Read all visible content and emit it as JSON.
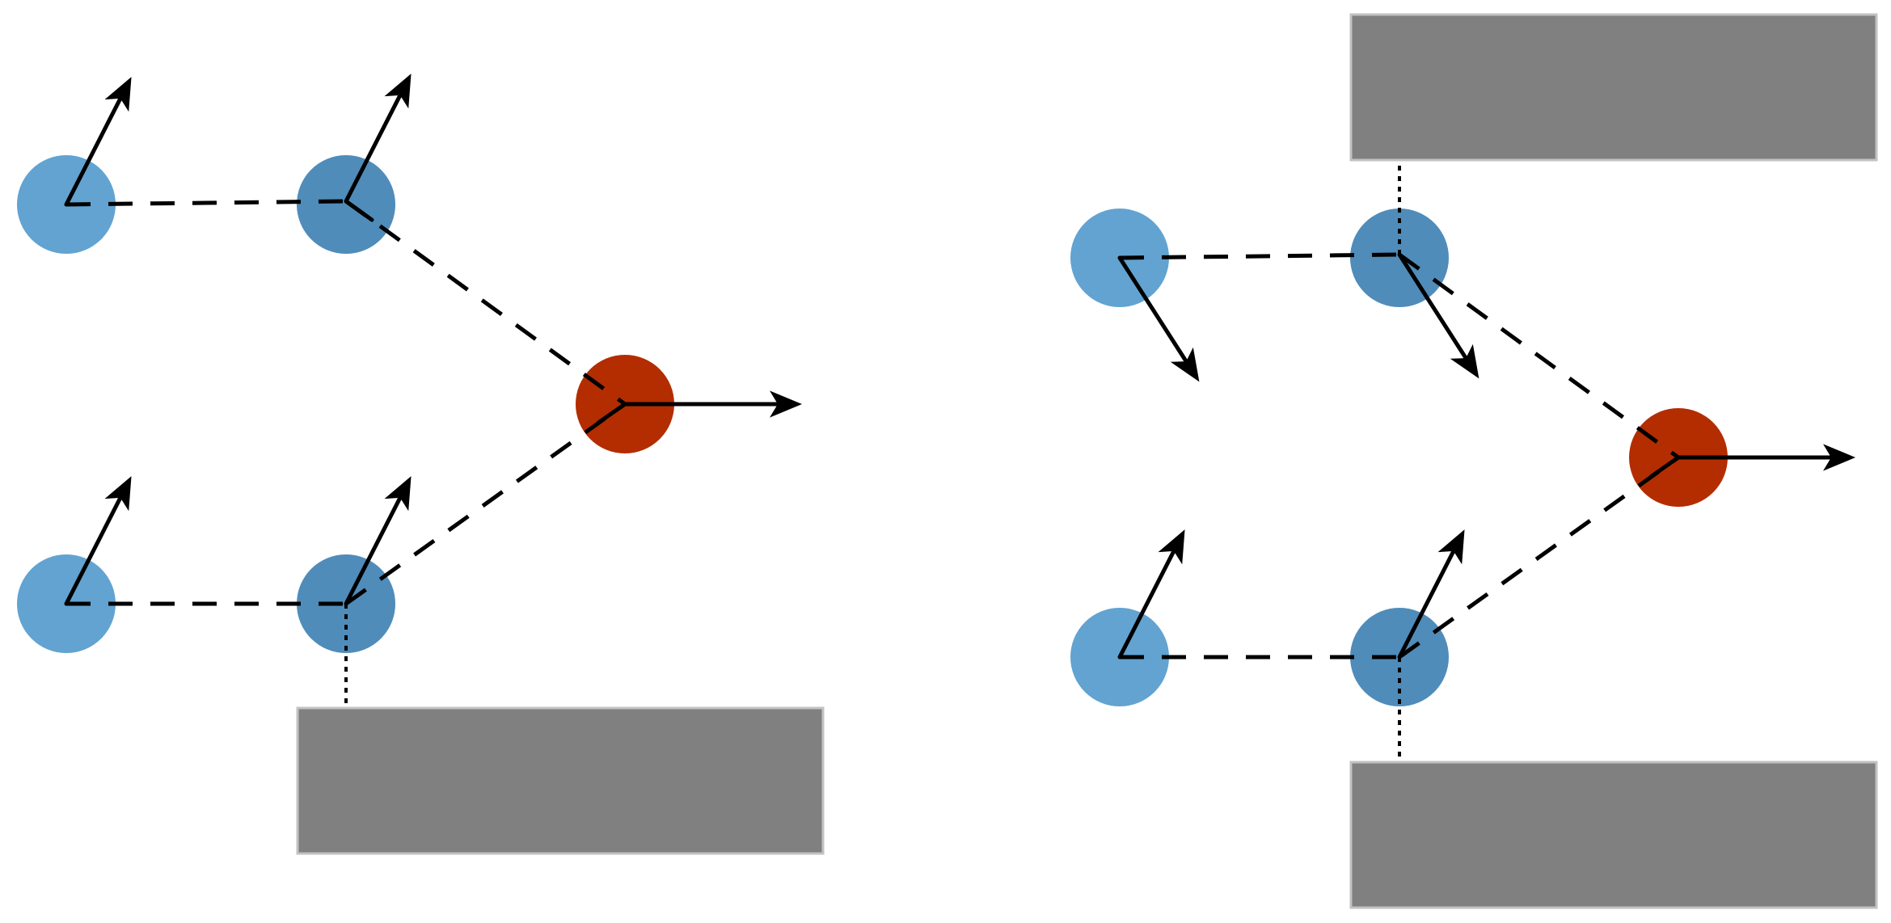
{
  "colors": {
    "background": "#ffffff",
    "follower": "#62a3d1",
    "follower_edge": "#4f8cba",
    "leader": "#b32d00",
    "obstacle_fill": "#808080",
    "obstacle_border": "#c2c2c2",
    "line": "#000000"
  },
  "panels": [
    {
      "name": "left-panel",
      "leader_count": 1,
      "follower_count": 4,
      "obstacle_count": 1
    },
    {
      "name": "right-panel",
      "leader_count": 1,
      "follower_count": 4,
      "obstacle_count": 2
    }
  ]
}
